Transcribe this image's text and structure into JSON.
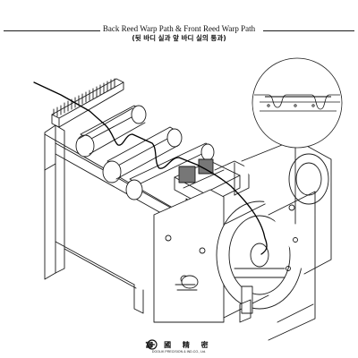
{
  "header": {
    "title": "Back Reed Warp Path & Front Reed Warp Path",
    "subtitle": "(뒷 바디 실과 앞 바디 실의 통과)"
  },
  "footer": {
    "logo_text": "富 國 精 密",
    "company": "DOOLIK PRECISION & IND.CO., Ltd."
  },
  "colors": {
    "line": "#1a1a1a",
    "warp": "#000000"
  }
}
